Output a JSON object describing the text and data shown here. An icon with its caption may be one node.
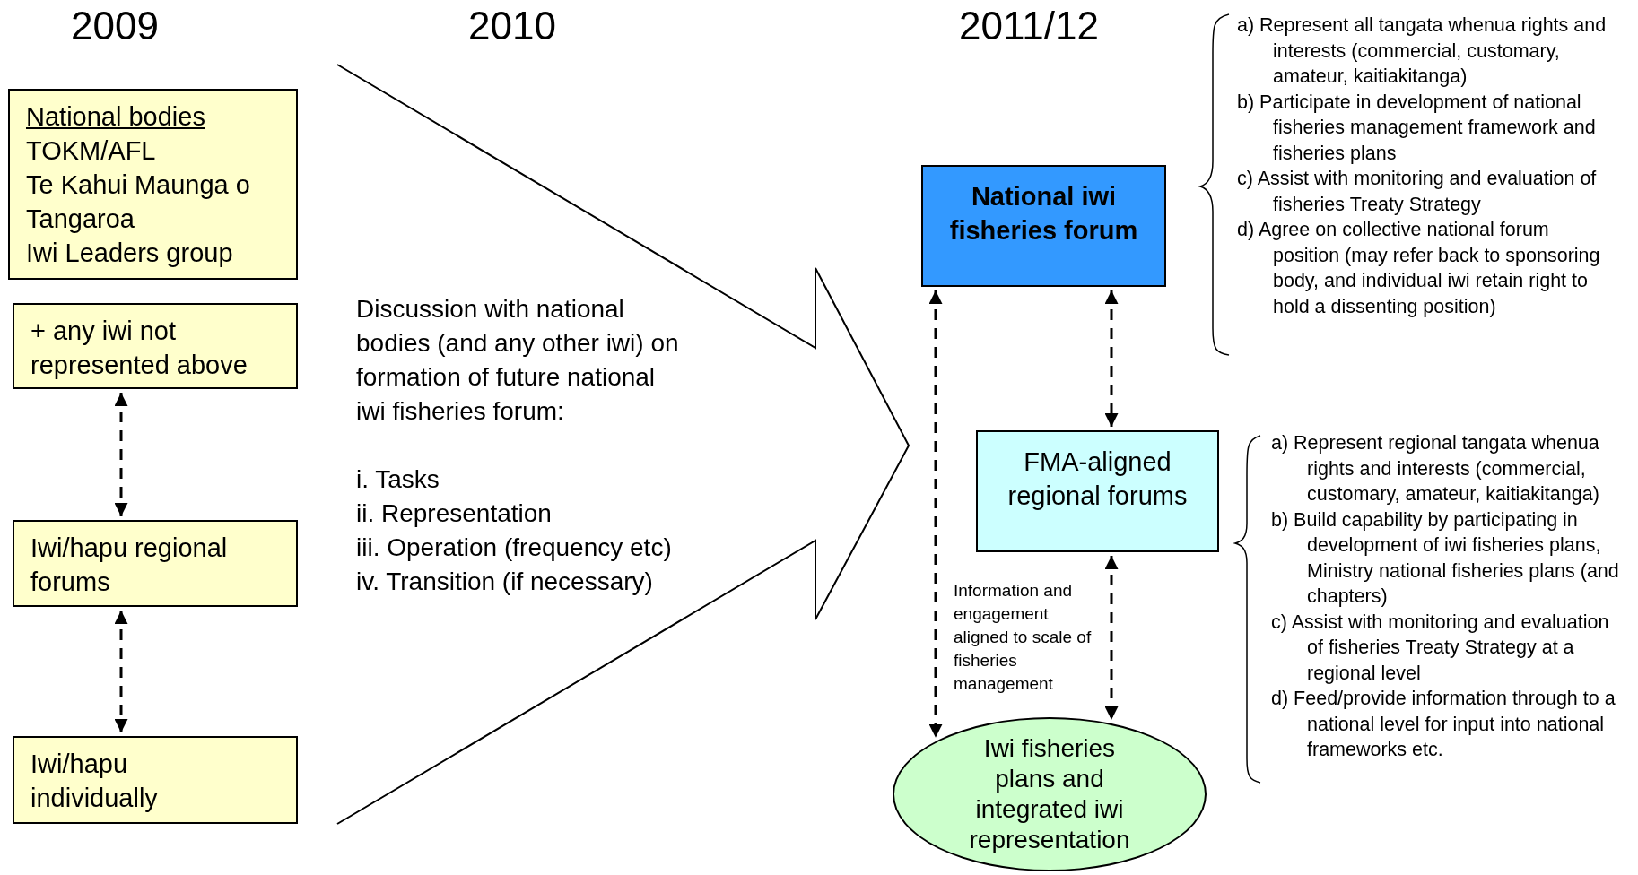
{
  "diagram": {
    "nodes": [
      {
        "text": [
          "National bodies",
          "TOKM/AFL",
          "Te Kahui Maunga o Tangaroa",
          "Iwi Leaders group"
        ]
      },
      {
        "text": [
          "+ any iwi not represented above"
        ]
      },
      {
        "text": [
          "Iwi/hapu regional forums"
        ]
      },
      {
        "text": [
          "Iwi/hapu individually"
        ]
      },
      {
        "text": [
          "Discussion with national bodies (and any other iwi) on formation of future national iwi fisheries forum:",
          "i. Tasks",
          "ii. Representation",
          "iii. Operation (frequency etc)",
          "iv. Transition (if necessary)"
        ]
      },
      {
        "text": [
          "National iwi fisheries forum"
        ]
      },
      {
        "text": [
          "FMA-aligned regional forums"
        ]
      },
      {
        "text": [
          "Iwi fisheries plans and integrated iwi representation"
        ]
      }
    ],
    "edges": [
      {
        "from": 1,
        "to": 2,
        "arrow": "both",
        "style": "dashed"
      },
      {
        "from": 2,
        "to": 3,
        "arrow": "both",
        "style": "dashed"
      },
      {
        "from": 5,
        "to": 6,
        "arrow": "both",
        "style": "dashed"
      },
      {
        "from": 6,
        "to": 7,
        "arrow": "both",
        "style": "dashed"
      },
      {
        "from": 5,
        "to": 7,
        "arrow": "both",
        "style": "dashed"
      }
    ],
    "labels": [
      "2009",
      "2010",
      "2011/12",
      "Information and engagement aligned to scale of fisheries management",
      "a) Represent all tangata whenua rights and interests (commercial, customary, amateur, kaitiakitanga)",
      "b) Participate in development of national fisheries management framework and fisheries plans",
      "c) Assist with monitoring and evaluation of fisheries Treaty Strategy",
      "d) Agree on collective national forum position (may refer back to sponsoring body, and individual iwi retain right to hold a dissenting position)",
      "a) Represent regional tangata whenua rights and interests (commercial, customary, amateur, kaitiakitanga)",
      "b) Build capability by participating in development of iwi fisheries plans, Ministry national fisheries plans (and chapters)",
      "c) Assist with monitoring and evaluation of fisheries Treaty Strategy at a regional level",
      "d) Feed/provide information through to a national level for input into national frameworks etc."
    ]
  }
}
